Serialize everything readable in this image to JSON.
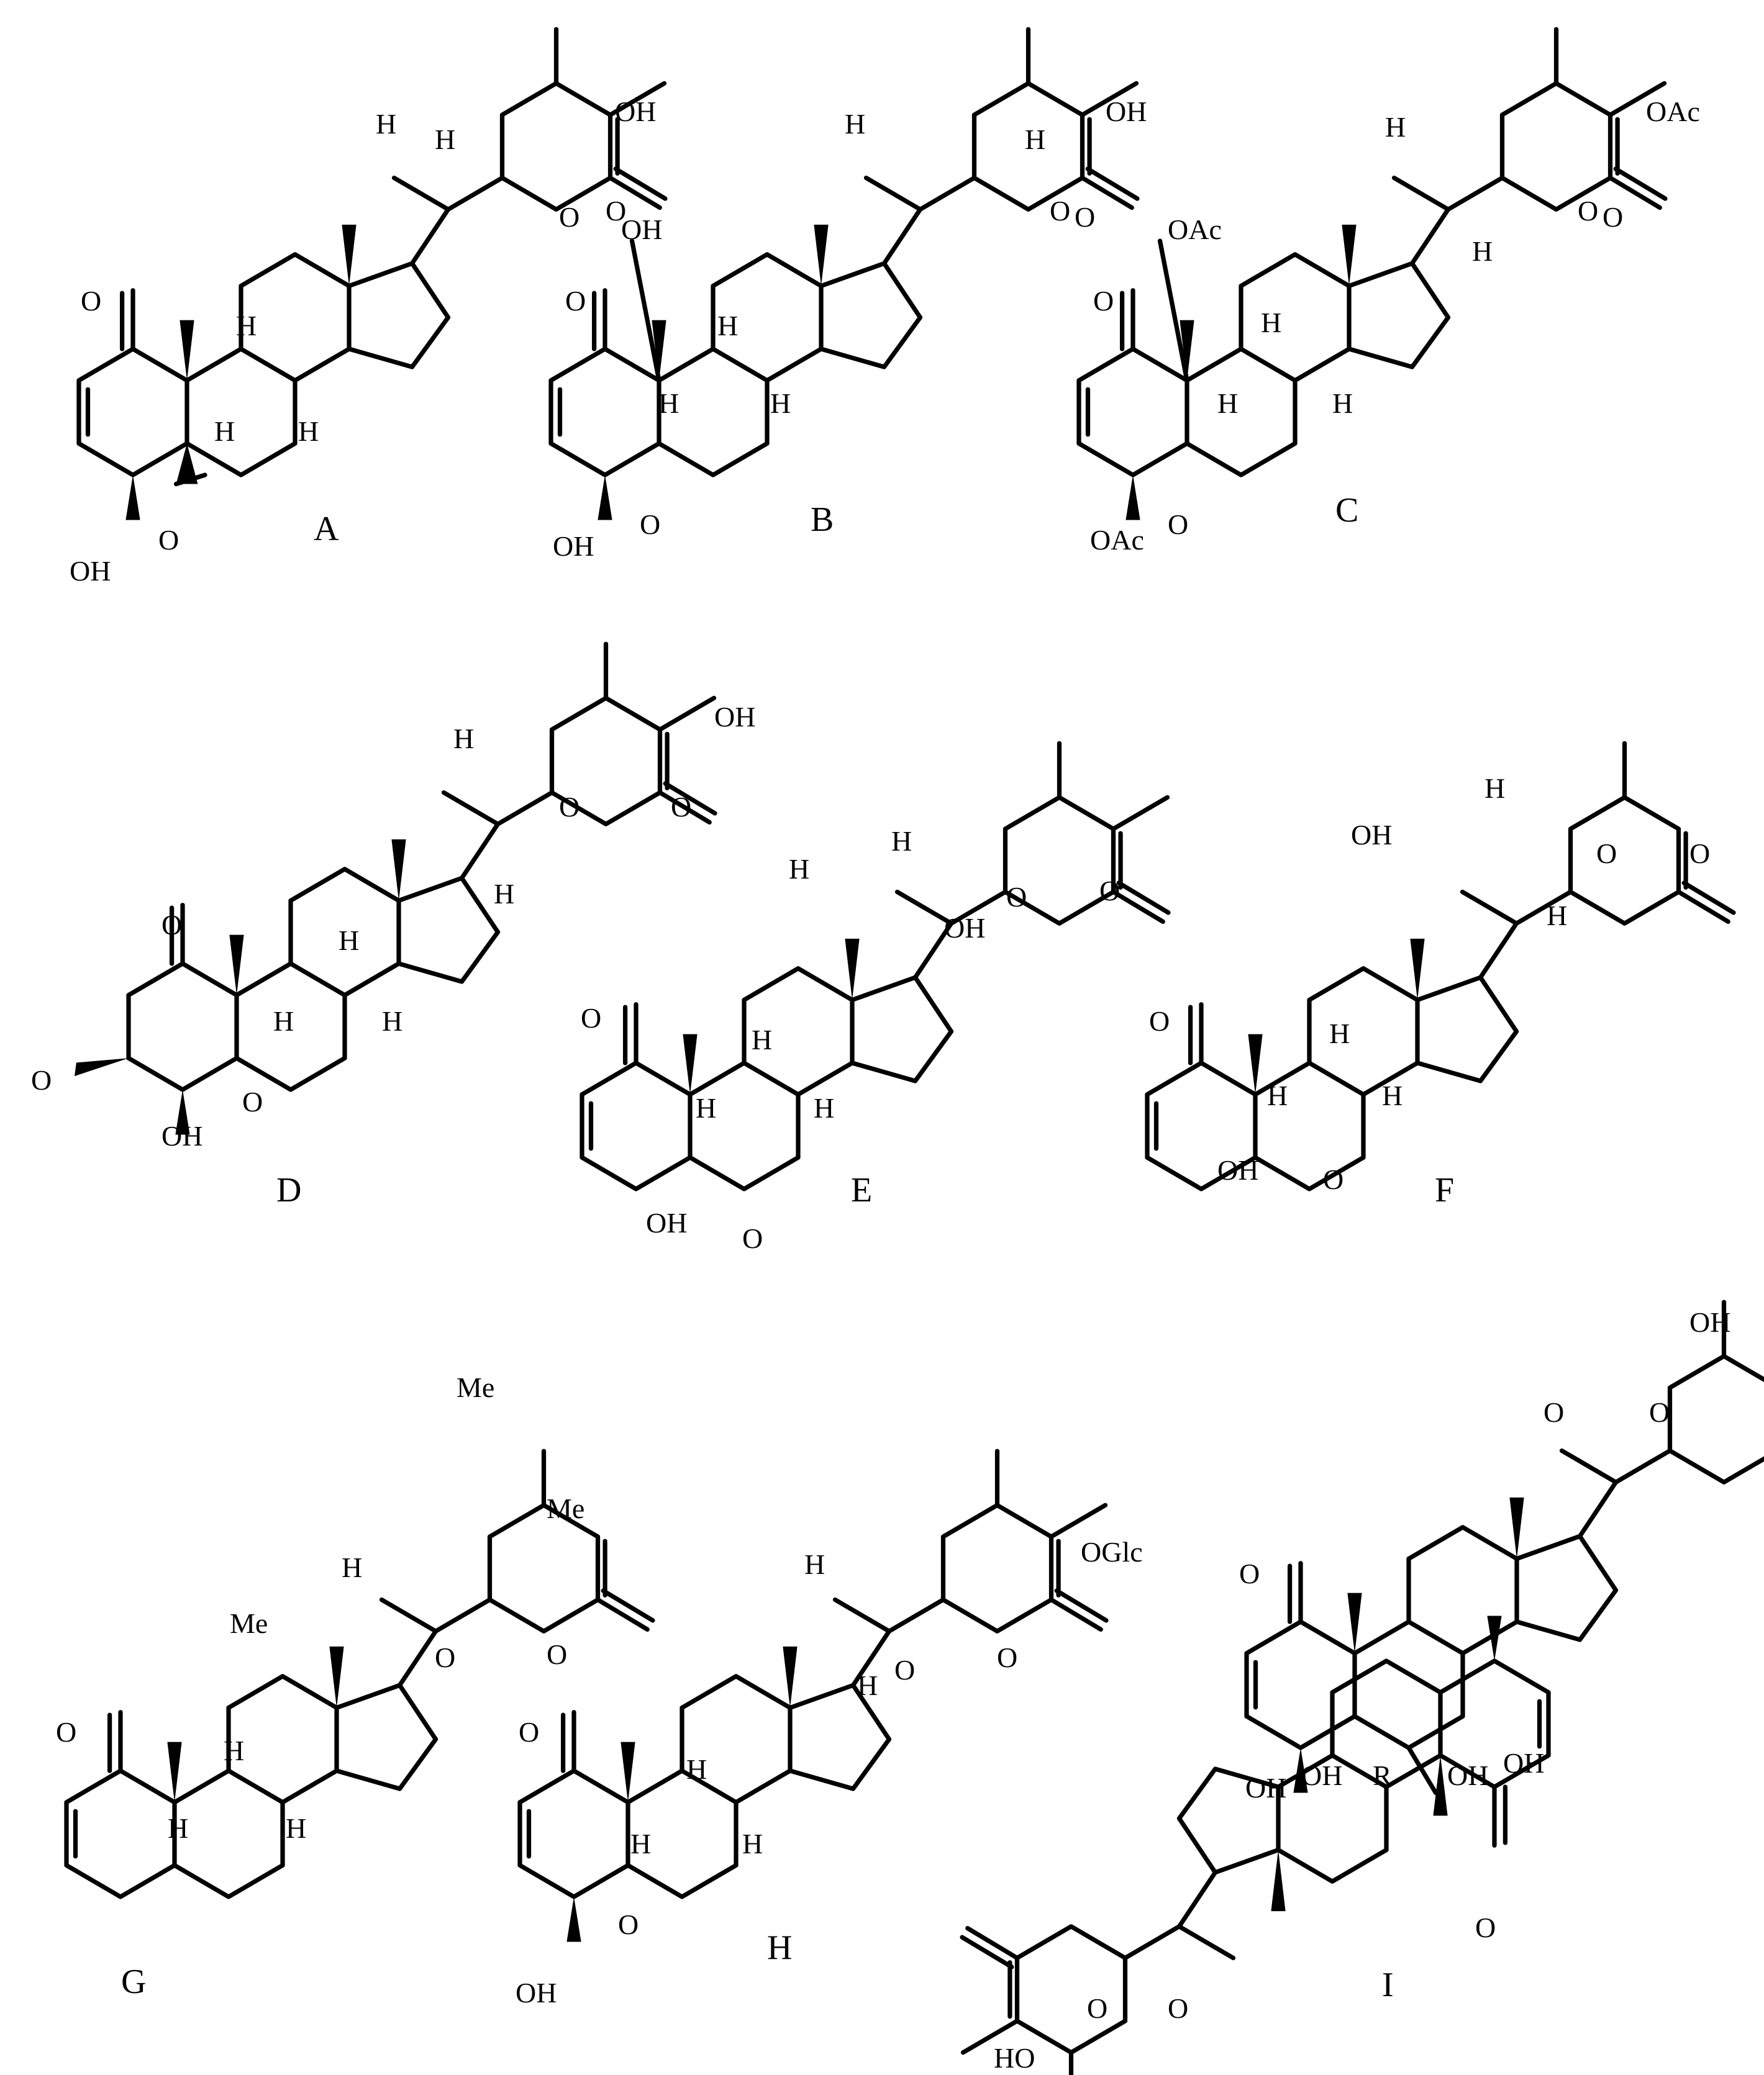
{
  "figure": {
    "background": "#ffffff",
    "ink": "#000000",
    "compounds": [
      {
        "id": "A",
        "label": "A"
      },
      {
        "id": "B",
        "label": "B"
      },
      {
        "id": "C",
        "label": "C"
      },
      {
        "id": "D",
        "label": "D"
      },
      {
        "id": "E",
        "label": "E"
      },
      {
        "id": "F",
        "label": "F"
      },
      {
        "id": "G",
        "label": "G"
      },
      {
        "id": "H",
        "label": "H"
      },
      {
        "id": "I",
        "label": "I"
      }
    ]
  }
}
